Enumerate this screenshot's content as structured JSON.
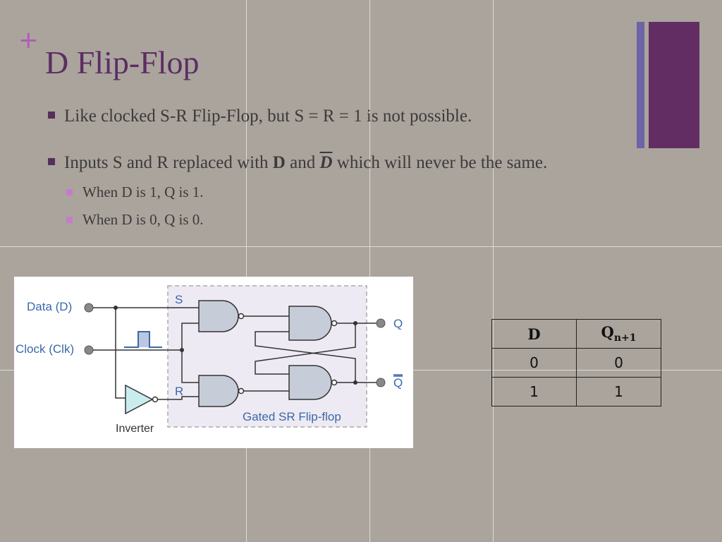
{
  "slide": {
    "plus_glyph": "+",
    "title": "D Flip-Flop",
    "bullets": [
      {
        "text": "Like clocked S-R Flip-Flop, but S = R = 1 is not possible."
      },
      {
        "pre": "Inputs S and R replaced with ",
        "d": "D",
        "mid": " and ",
        "dbar": "D",
        "post": " which will never be the same."
      }
    ],
    "subbullets": [
      {
        "text": "When D is 1, Q is 1."
      },
      {
        "text": "When D is 0, Q is 0."
      }
    ]
  },
  "diagram": {
    "data_label": "Data (D)",
    "clock_label": "Clock (Clk)",
    "s_label": "S",
    "r_label": "R",
    "q_label": "Q",
    "qbar_label": "Q",
    "inverter_label": "Inverter",
    "box_label": "Gated SR Flip-flop"
  },
  "truth_table": {
    "headers": [
      "D",
      "Q",
      "n+1"
    ],
    "rows": [
      [
        "0",
        "0"
      ],
      [
        "1",
        "1"
      ]
    ]
  },
  "colors": {
    "title": "#5c2d63",
    "accent": "#b35ab6",
    "bar_thin": "#6c64a6",
    "bar_wide": "#612d63",
    "diagram_blue": "#3a68a8"
  }
}
